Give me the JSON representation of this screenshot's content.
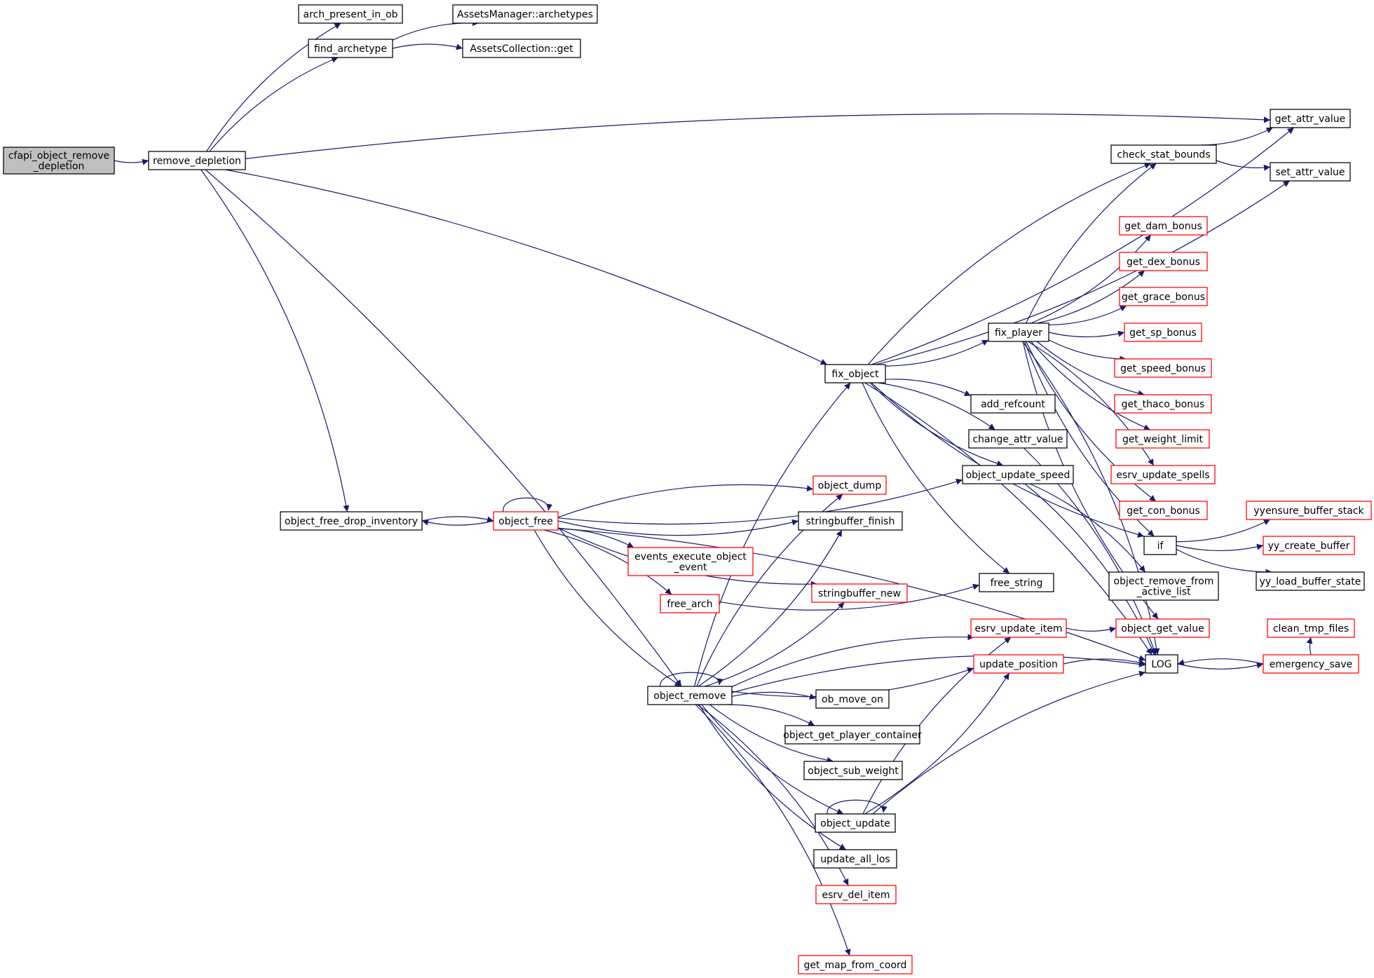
{
  "colors": {
    "edge": "#191970",
    "node_border_normal": "#000000",
    "node_border_truncated": "#ff0000",
    "root_fill": "#bfbfbf",
    "background": "#ffffff"
  },
  "nodes": {
    "cfapi_object_remove_depletion": {
      "lines": [
        "cfapi_object_remove",
        "_depletion"
      ],
      "kind": "root"
    },
    "remove_depletion": {
      "lines": [
        "remove_depletion"
      ],
      "kind": "normal"
    },
    "arch_present_in_ob": {
      "lines": [
        "arch_present_in_ob"
      ],
      "kind": "normal"
    },
    "find_archetype": {
      "lines": [
        "find_archetype"
      ],
      "kind": "normal"
    },
    "AssetsManager_archetypes": {
      "lines": [
        "AssetsManager::archetypes"
      ],
      "kind": "normal"
    },
    "AssetsCollection_get": {
      "lines": [
        "AssetsCollection::get"
      ],
      "kind": "normal"
    },
    "get_attr_value": {
      "lines": [
        "get_attr_value"
      ],
      "kind": "normal"
    },
    "set_attr_value": {
      "lines": [
        "set_attr_value"
      ],
      "kind": "normal"
    },
    "check_stat_bounds": {
      "lines": [
        "check_stat_bounds"
      ],
      "kind": "normal"
    },
    "get_dam_bonus": {
      "lines": [
        "get_dam_bonus"
      ],
      "kind": "truncated"
    },
    "get_dex_bonus": {
      "lines": [
        "get_dex_bonus"
      ],
      "kind": "truncated"
    },
    "get_grace_bonus": {
      "lines": [
        "get_grace_bonus"
      ],
      "kind": "truncated"
    },
    "get_sp_bonus": {
      "lines": [
        "get_sp_bonus"
      ],
      "kind": "truncated"
    },
    "get_speed_bonus": {
      "lines": [
        "get_speed_bonus"
      ],
      "kind": "truncated"
    },
    "get_thaco_bonus": {
      "lines": [
        "get_thaco_bonus"
      ],
      "kind": "truncated"
    },
    "get_weight_limit": {
      "lines": [
        "get_weight_limit"
      ],
      "kind": "truncated"
    },
    "esrv_update_spells": {
      "lines": [
        "esrv_update_spells"
      ],
      "kind": "truncated"
    },
    "get_con_bonus": {
      "lines": [
        "get_con_bonus"
      ],
      "kind": "truncated"
    },
    "fix_player": {
      "lines": [
        "fix_player"
      ],
      "kind": "normal"
    },
    "fix_object": {
      "lines": [
        "fix_object"
      ],
      "kind": "normal"
    },
    "add_refcount": {
      "lines": [
        "add_refcount"
      ],
      "kind": "normal"
    },
    "change_attr_value": {
      "lines": [
        "change_attr_value"
      ],
      "kind": "normal"
    },
    "object_update_speed": {
      "lines": [
        "object_update_speed"
      ],
      "kind": "normal"
    },
    "object_free_drop_inventory": {
      "lines": [
        "object_free_drop_inventory"
      ],
      "kind": "normal"
    },
    "object_free": {
      "lines": [
        "object_free"
      ],
      "kind": "truncated"
    },
    "object_dump": {
      "lines": [
        "object_dump"
      ],
      "kind": "truncated"
    },
    "stringbuffer_finish": {
      "lines": [
        "stringbuffer_finish"
      ],
      "kind": "normal"
    },
    "events_execute_object_event": {
      "lines": [
        "events_execute_object",
        "_event"
      ],
      "kind": "truncated"
    },
    "free_arch": {
      "lines": [
        "free_arch"
      ],
      "kind": "truncated"
    },
    "free_string": {
      "lines": [
        "free_string"
      ],
      "kind": "normal"
    },
    "stringbuffer_new": {
      "lines": [
        "stringbuffer_new"
      ],
      "kind": "truncated"
    },
    "if": {
      "lines": [
        "if"
      ],
      "kind": "normal"
    },
    "yyensure_buffer_stack": {
      "lines": [
        "yyensure_buffer_stack"
      ],
      "kind": "truncated"
    },
    "yy_create_buffer": {
      "lines": [
        "yy_create_buffer"
      ],
      "kind": "truncated"
    },
    "yy_load_buffer_state": {
      "lines": [
        "yy_load_buffer_state"
      ],
      "kind": "normal"
    },
    "object_remove_from_active_list": {
      "lines": [
        "object_remove_from",
        "_active_list"
      ],
      "kind": "normal"
    },
    "object_get_value": {
      "lines": [
        "object_get_value"
      ],
      "kind": "truncated"
    },
    "esrv_update_item": {
      "lines": [
        "esrv_update_item"
      ],
      "kind": "truncated"
    },
    "update_position": {
      "lines": [
        "update_position"
      ],
      "kind": "truncated"
    },
    "LOG": {
      "lines": [
        "LOG"
      ],
      "kind": "normal"
    },
    "clean_tmp_files": {
      "lines": [
        "clean_tmp_files"
      ],
      "kind": "truncated"
    },
    "emergency_save": {
      "lines": [
        "emergency_save"
      ],
      "kind": "truncated"
    },
    "object_remove": {
      "lines": [
        "object_remove"
      ],
      "kind": "normal"
    },
    "ob_move_on": {
      "lines": [
        "ob_move_on"
      ],
      "kind": "normal"
    },
    "object_get_player_container": {
      "lines": [
        "object_get_player_container"
      ],
      "kind": "normal"
    },
    "object_sub_weight": {
      "lines": [
        "object_sub_weight"
      ],
      "kind": "normal"
    },
    "object_update": {
      "lines": [
        "object_update"
      ],
      "kind": "normal"
    },
    "update_all_los": {
      "lines": [
        "update_all_los"
      ],
      "kind": "normal"
    },
    "esrv_del_item": {
      "lines": [
        "esrv_del_item"
      ],
      "kind": "truncated"
    },
    "get_map_from_coord": {
      "lines": [
        "get_map_from_coord"
      ],
      "kind": "truncated"
    }
  },
  "edges": [
    [
      "cfapi_object_remove_depletion",
      "remove_depletion"
    ],
    [
      "remove_depletion",
      "arch_present_in_ob"
    ],
    [
      "remove_depletion",
      "find_archetype"
    ],
    [
      "remove_depletion",
      "get_attr_value"
    ],
    [
      "remove_depletion",
      "fix_object"
    ],
    [
      "remove_depletion",
      "object_free_drop_inventory"
    ],
    [
      "remove_depletion",
      "object_remove"
    ],
    [
      "find_archetype",
      "AssetsManager_archetypes"
    ],
    [
      "find_archetype",
      "AssetsCollection_get"
    ],
    [
      "fix_object",
      "get_attr_value"
    ],
    [
      "fix_object",
      "check_stat_bounds"
    ],
    [
      "fix_object",
      "set_attr_value"
    ],
    [
      "fix_object",
      "fix_player"
    ],
    [
      "fix_object",
      "add_refcount"
    ],
    [
      "fix_object",
      "change_attr_value"
    ],
    [
      "fix_object",
      "object_update_speed"
    ],
    [
      "fix_object",
      "free_string"
    ],
    [
      "fix_object",
      "if"
    ],
    [
      "fix_object",
      "LOG"
    ],
    [
      "check_stat_bounds",
      "get_attr_value"
    ],
    [
      "check_stat_bounds",
      "set_attr_value"
    ],
    [
      "fix_player",
      "check_stat_bounds"
    ],
    [
      "fix_player",
      "get_dam_bonus"
    ],
    [
      "fix_player",
      "get_dex_bonus"
    ],
    [
      "fix_player",
      "get_grace_bonus"
    ],
    [
      "fix_player",
      "get_sp_bonus"
    ],
    [
      "fix_player",
      "get_speed_bonus"
    ],
    [
      "fix_player",
      "get_thaco_bonus"
    ],
    [
      "fix_player",
      "get_weight_limit"
    ],
    [
      "fix_player",
      "esrv_update_spells"
    ],
    [
      "fix_player",
      "get_con_bonus"
    ],
    [
      "fix_player",
      "if"
    ],
    [
      "fix_player",
      "object_get_value"
    ],
    [
      "fix_player",
      "LOG"
    ],
    [
      "change_attr_value",
      "LOG"
    ],
    [
      "object_update_speed",
      "object_remove_from_active_list"
    ],
    [
      "object_update_speed",
      "LOG"
    ],
    [
      "if",
      "yyensure_buffer_stack"
    ],
    [
      "if",
      "yy_create_buffer"
    ],
    [
      "if",
      "yy_load_buffer_state"
    ],
    [
      "object_free_drop_inventory",
      "object_free"
    ],
    [
      "object_free",
      "object_free_drop_inventory"
    ],
    [
      "object_free",
      "object_free"
    ],
    [
      "object_free",
      "object_dump"
    ],
    [
      "object_free",
      "stringbuffer_finish"
    ],
    [
      "object_free",
      "events_execute_object_event"
    ],
    [
      "object_free",
      "free_arch"
    ],
    [
      "object_free",
      "stringbuffer_new"
    ],
    [
      "object_free",
      "object_remove"
    ],
    [
      "object_free",
      "object_update_speed"
    ],
    [
      "object_free",
      "LOG"
    ],
    [
      "free_arch",
      "free_string"
    ],
    [
      "esrv_update_item",
      "object_get_value"
    ],
    [
      "update_position",
      "LOG"
    ],
    [
      "LOG",
      "emergency_save"
    ],
    [
      "emergency_save",
      "LOG"
    ],
    [
      "emergency_save",
      "clean_tmp_files"
    ],
    [
      "object_remove",
      "object_remove"
    ],
    [
      "object_remove",
      "fix_object"
    ],
    [
      "object_remove",
      "object_dump"
    ],
    [
      "object_remove",
      "stringbuffer_finish"
    ],
    [
      "object_remove",
      "stringbuffer_new"
    ],
    [
      "object_remove",
      "esrv_update_item"
    ],
    [
      "object_remove",
      "update_position"
    ],
    [
      "object_remove",
      "ob_move_on"
    ],
    [
      "object_remove",
      "object_get_player_container"
    ],
    [
      "object_remove",
      "object_sub_weight"
    ],
    [
      "object_remove",
      "object_update"
    ],
    [
      "object_remove",
      "update_all_los"
    ],
    [
      "object_remove",
      "esrv_del_item"
    ],
    [
      "object_remove",
      "get_map_from_coord"
    ],
    [
      "object_remove",
      "LOG"
    ],
    [
      "object_update",
      "object_update"
    ],
    [
      "object_update",
      "esrv_update_item"
    ],
    [
      "object_update",
      "update_position"
    ],
    [
      "object_update",
      "LOG"
    ]
  ]
}
